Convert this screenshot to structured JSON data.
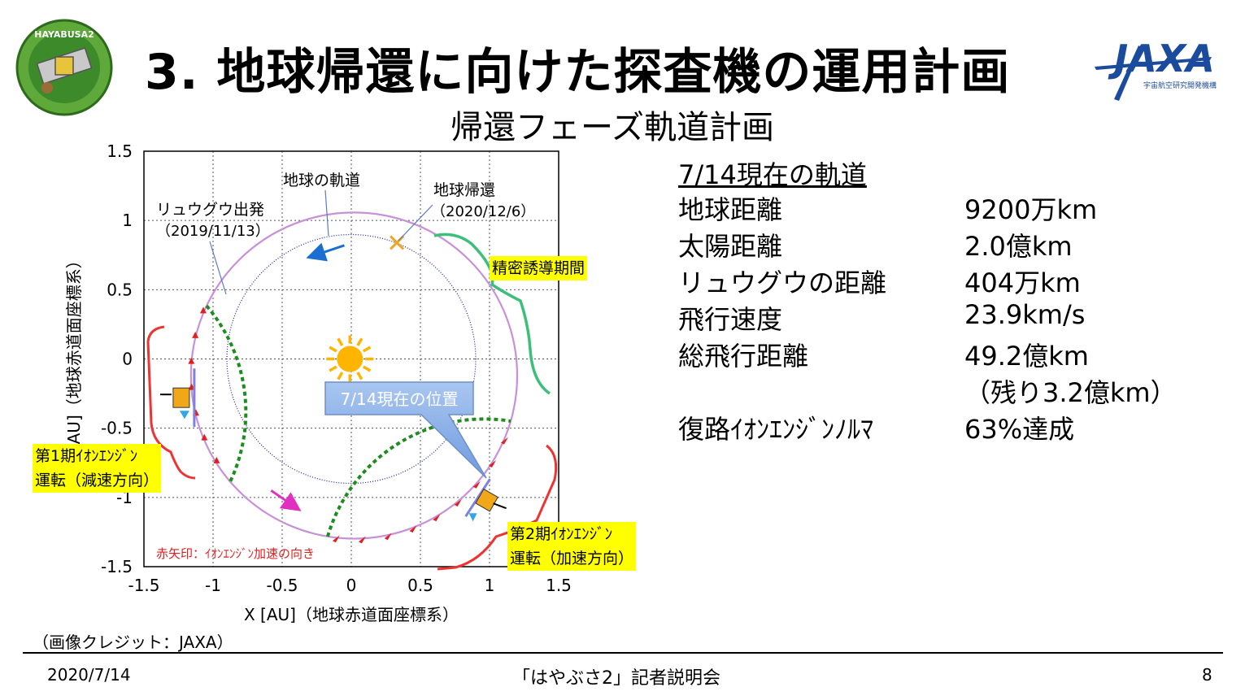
{
  "slide": {
    "title": "3. 地球帰還に向けた探査機の運用計画",
    "subtitle": "帰還フェーズ軌道計画",
    "mission_logo_text": "HAYABUSA2",
    "agency_logo_text": "JAXA",
    "agency_logo_subtext": "宇宙航空研究開発機構"
  },
  "info": {
    "heading": "7/14現在の軌道",
    "rows": [
      {
        "label": "地球距離",
        "value": "9200万km"
      },
      {
        "label": "太陽距離",
        "value": "2.0億km"
      },
      {
        "label": "リュウグウの距離",
        "value": "404万km"
      },
      {
        "label": "飛行速度",
        "value": "23.9km/s"
      },
      {
        "label": "総飛行距離",
        "value": "49.2億km"
      },
      {
        "label": "",
        "value": "（残り3.2億km）"
      },
      {
        "label": "復路ｲｵﾝｴﾝｼﾞﾝﾉﾙﾏ",
        "value": "63%達成"
      }
    ]
  },
  "chart_data": {
    "type": "orbit_plot",
    "xlabel": "X [AU]（地球赤道面座標系）",
    "ylabel": "Y [AU]（地球赤道面座標系）",
    "xlim": [
      -1.5,
      1.5
    ],
    "ylim": [
      -1.5,
      1.5
    ],
    "xticks": [
      "-1.5",
      "-1",
      "-0.5",
      "0",
      "0.5",
      "1",
      "1.5"
    ],
    "yticks": [
      "1.5",
      "1",
      "0.5",
      "0",
      "-0.5",
      "-1",
      "-1.5"
    ],
    "grid": true,
    "earth_orbit_radius": 0.9,
    "earth_return_point": [
      0.33,
      0.84
    ],
    "spacecraft_current": [
      0.98,
      -1.02
    ],
    "departure_point": [
      -0.93,
      0.48
    ],
    "annotations": {
      "earth_orbit": "地球の軌道",
      "departure": "リュウグウ出発",
      "departure_date": "（2019/11/13）",
      "earth_return": "地球帰還",
      "earth_return_date": "（2020/12/6）",
      "precision_guidance": "精密誘導期間",
      "current_position": "7/14現在の位置",
      "phase1_line1": "第1期ｲｵﾝｴﾝｼﾞﾝ",
      "phase1_line2": "運転（減速方向）",
      "phase2_line1": "第2期ｲｵﾝｴﾝｼﾞﾝ",
      "phase2_line2": "運転（加速方向）",
      "arrow_note": "赤矢印：ｲｵﾝｴﾝｼﾞﾝ加速の向き"
    },
    "colors": {
      "earth_orbit": "#1a1aa6",
      "transfer_orbit": "#c890d8",
      "thrust": "#e02020",
      "thrust_track": "#1e8c1e",
      "sun": "#ffb400",
      "phase1_brace": "#ee3333",
      "phase2_brace": "#ee3333",
      "precision_brace": "#3cbf7a",
      "callout": "#8fb4ea"
    }
  },
  "footer": {
    "credit": "（画像クレジット：JAXA）",
    "date": "2020/7/14",
    "center": "「はやぶさ2」記者説明会",
    "page": "8"
  }
}
